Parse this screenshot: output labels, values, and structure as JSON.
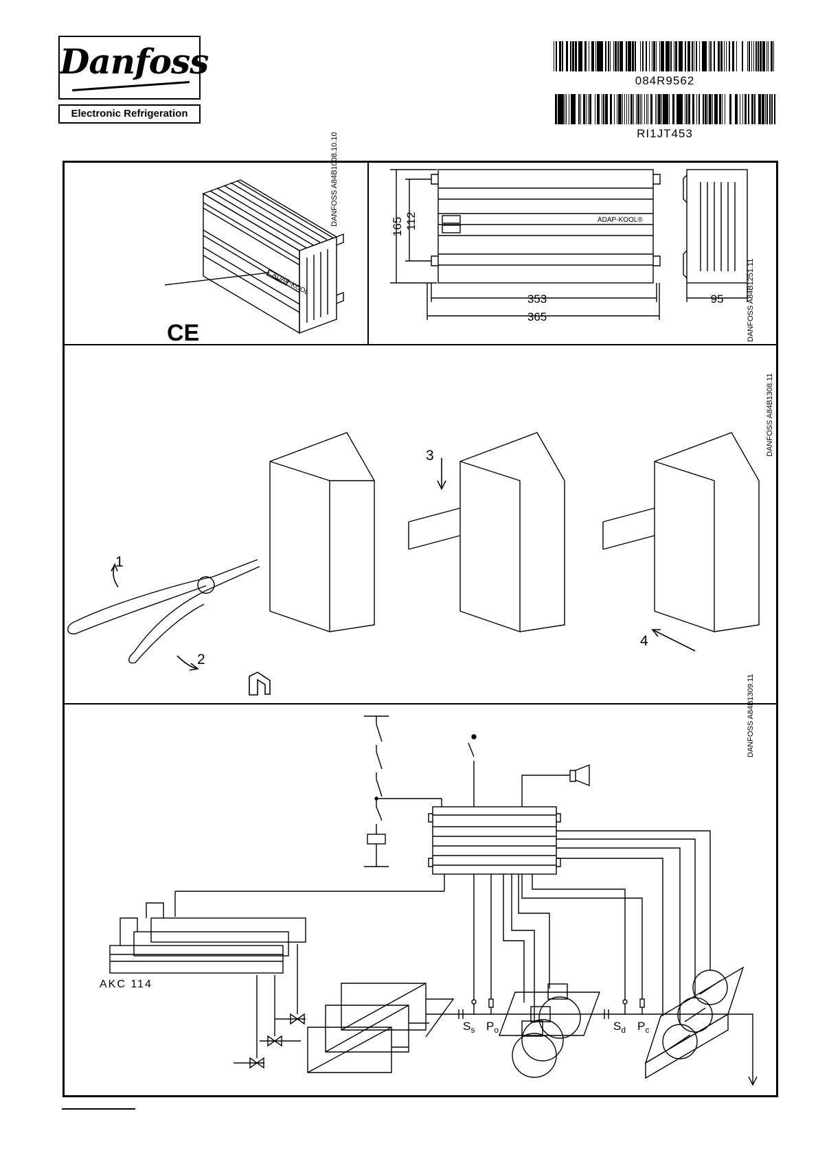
{
  "header": {
    "logo": "Danfoss",
    "division": "Electronic Refrigeration",
    "barcode_1": "084R9562",
    "barcode_2": "RI1JT453"
  },
  "panel_product": {
    "drawing_code": "DANFOSS A84B1008.10.10",
    "product_label": "ADAP-KOOL",
    "ce_mark": "CE"
  },
  "panel_dimensions": {
    "drawing_code": "DANFOSS A84B1251.11",
    "front_label": "ADAP-KOOL®",
    "dim_height_total": "165",
    "dim_height_inner": "112",
    "dim_width_inner": "353",
    "dim_width_total": "365",
    "dim_depth": "95"
  },
  "panel_mounting": {
    "drawing_code": "DANFOSS A84B1308.11",
    "step_1": "1",
    "step_2": "2",
    "step_3": "3",
    "step_4": "4"
  },
  "panel_system": {
    "drawing_code": "DANFOSS A84B1309.11",
    "controller_label": "AKC 114",
    "sensor_ss": "S",
    "sensor_ss_sub": "s",
    "sensor_po": "P",
    "sensor_po_sub": "o",
    "sensor_sd": "S",
    "sensor_sd_sub": "d",
    "sensor_pc": "P",
    "sensor_pc_sub": "c"
  }
}
